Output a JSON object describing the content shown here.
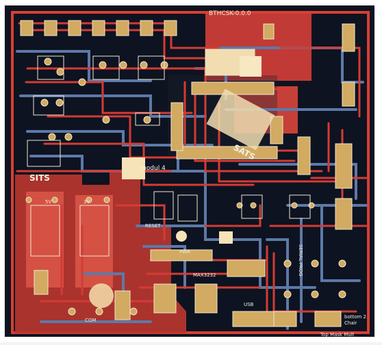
{
  "pcb": {
    "top_label": "BTHCSK-0.0.0",
    "chip_label": "SATS",
    "left_label": "SITS",
    "module_text": "modul 4",
    "regulator_left": "5V",
    "regulator_right": "3V",
    "reset_label": "RESET",
    "power_label": "PWR",
    "chip_text_lower": "MAX3232",
    "bottom_left_label": "COM",
    "bottom_center_label": "USB",
    "bottom_right_label": "SERIAL PROG",
    "corner_label_1": "bottom 2",
    "corner_label_2": "Chair",
    "corner_label_3": "Top Mask Mult"
  },
  "colors": {
    "board": "#0d1320",
    "trace_red": "#c23a34",
    "trace_blue": "#5d79a8",
    "silkscreen": "#f2efe2",
    "pads": "#d2aa62"
  }
}
